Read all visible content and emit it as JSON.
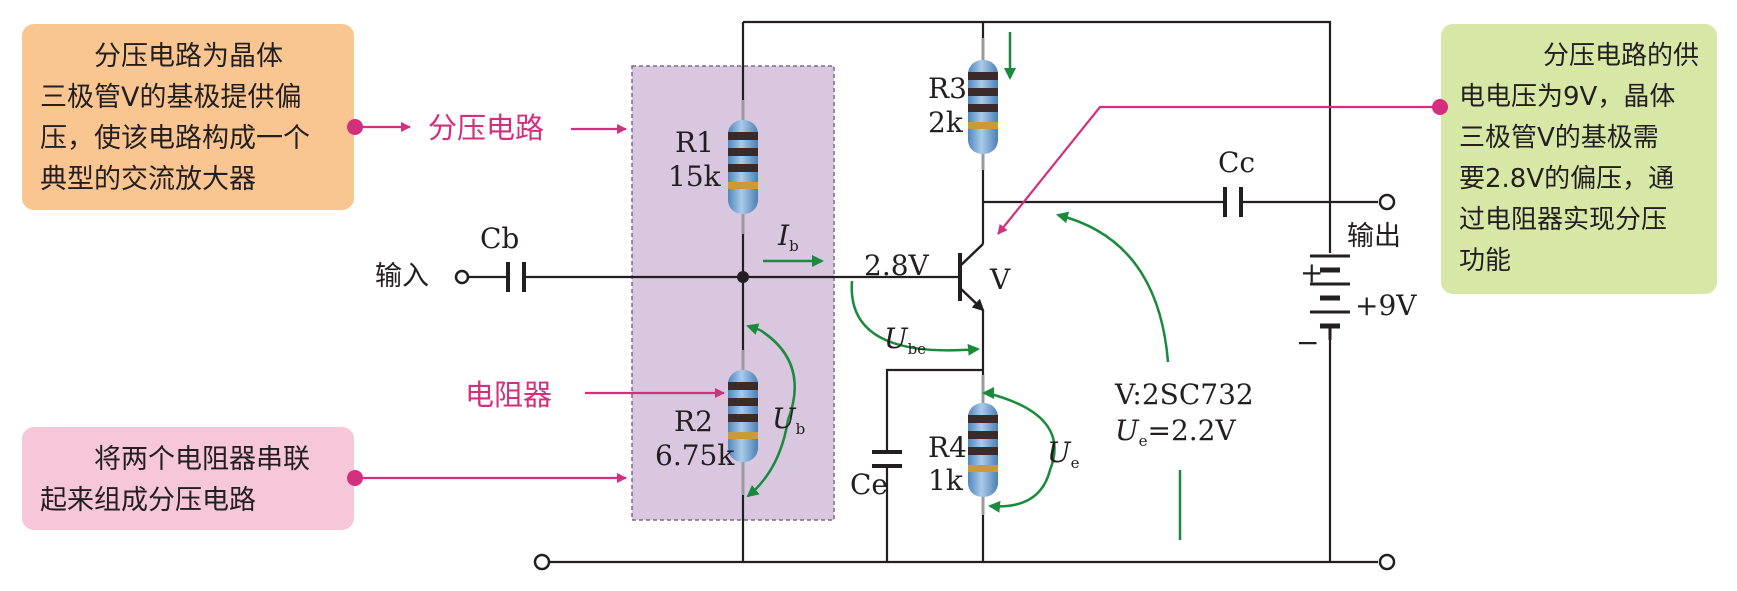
{
  "notes": {
    "top_left": [
      "分压电路为晶体",
      "三极管V的基极提供偏",
      "压，使该电路构成一个",
      "典型的交流放大器"
    ],
    "bottom_left": [
      "将两个电阻器串联",
      "起来组成分压电路"
    ],
    "right": [
      "分压电路的供",
      "电电压为9V，晶体",
      "三极管V的基极需",
      "要2.8V的偏压，通",
      "过电阻器实现分压",
      "功能"
    ]
  },
  "callouts": {
    "divider": "分压电路",
    "resistor": "电阻器"
  },
  "components": {
    "r1_name": "R1",
    "r1_value": "15k",
    "r2_name": "R2",
    "r2_value": "6.75k",
    "r3_name": "R3",
    "r3_value": "2k",
    "r4_name": "R4",
    "r4_value": "1k",
    "cb": "Cb",
    "cc": "Cc",
    "ce": "Ce",
    "transistor": "V",
    "battery": "+9V",
    "battery_plus": "+",
    "battery_minus": "−"
  },
  "terminals": {
    "input": "输入",
    "output": "输出"
  },
  "measurements": {
    "base_voltage": "2.8V",
    "ib_main": "I",
    "ib_sub": "b",
    "ube_main": "U",
    "ube_sub": "be",
    "ub_main": "U",
    "ub_sub": "b",
    "ue_main": "U",
    "ue_sub": "e",
    "model": "V:2SC732",
    "ue_value_main": "U",
    "ue_value_sub": "e",
    "ue_value_rest": "=2.2V"
  },
  "colors": {
    "callout": "#d42f7d",
    "arrow_green": "#1a8a3c",
    "divider_box": "#d9c6df",
    "resistor_body": "#6ea4d6"
  }
}
